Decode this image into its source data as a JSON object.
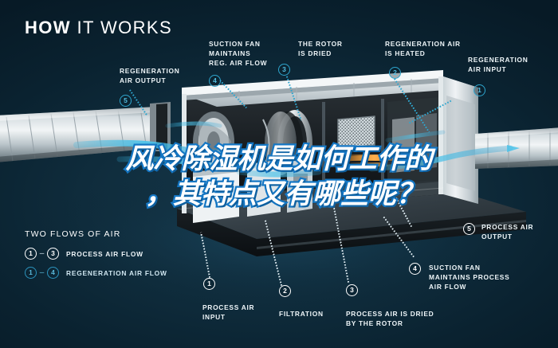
{
  "title": {
    "strong": "HOW",
    "light": " IT WORKS"
  },
  "overlay": {
    "line1": "风冷除湿机是如何工作的",
    "line2": "，其特点又有哪些呢？"
  },
  "legend": {
    "title": "TWO FLOWS OF AIR",
    "rows": [
      {
        "from": "1",
        "dash": "–",
        "to": "3",
        "label": "PROCESS AIR FLOW",
        "color": "white"
      },
      {
        "from": "1",
        "dash": "–",
        "to": "4",
        "label": "REGENERATION AIR FLOW",
        "color": "blue"
      }
    ]
  },
  "callouts": [
    {
      "id": "regeneration-air-output",
      "text": "REGENERATION\nAIR OUTPUT",
      "badge": "5",
      "color": "blue"
    },
    {
      "id": "suction-fan-reg",
      "text": "SUCTION FAN\nMAINTAINS\nREG. AIR FLOW",
      "badge": "4",
      "color": "blue"
    },
    {
      "id": "rotor-is-dried",
      "text": "THE ROTOR\nIS DRIED",
      "badge": "3",
      "color": "blue"
    },
    {
      "id": "regeneration-air-heated",
      "text": "REGENERATION AIR\nIS HEATED",
      "badge": "2",
      "color": "blue"
    },
    {
      "id": "regeneration-air-input",
      "text": "REGENERATION\nAIR INPUT",
      "badge": "1",
      "color": "blue"
    },
    {
      "id": "process-air-output",
      "text": "PROCESS AIR\nOUTPUT",
      "badge": "5",
      "color": "white"
    },
    {
      "id": "suction-fan-process",
      "text": "SUCTION FAN\nMAINTAINS PROCESS\nAIR FLOW",
      "badge": "4",
      "color": "white"
    },
    {
      "id": "process-air-input",
      "text": "PROCESS AIR\nINPUT",
      "badge": "1",
      "color": "white"
    },
    {
      "id": "filtration",
      "text": "FILTRATION",
      "badge": "2",
      "color": "white"
    },
    {
      "id": "process-air-dried",
      "text": "PROCESS AIR IS DRIED\nBY THE ROTOR",
      "badge": "3",
      "color": "white"
    }
  ],
  "colors": {
    "background": "#0a2230",
    "accent_blue": "#2ea6cf",
    "outline_blue": "#1577c4",
    "text_white": "#eef5f8"
  }
}
